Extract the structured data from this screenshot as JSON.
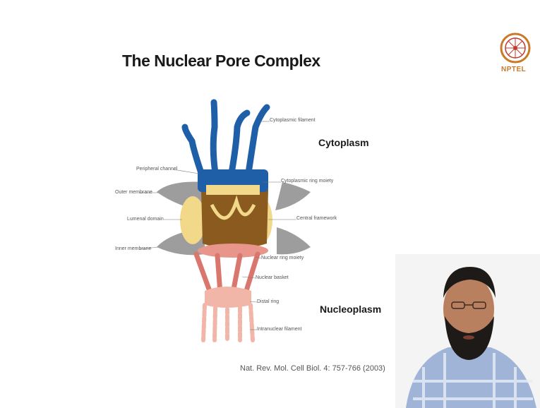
{
  "slide": {
    "title": "The Nuclear Pore Complex",
    "cytoplasm_label": "Cytoplasm",
    "nucleoplasm_label": "Nucleoplasm",
    "citation": "Nat. Rev. Mol. Cell Biol. 4: 757-766 (2003)"
  },
  "logo": {
    "text": "NPTEL"
  },
  "diagram": {
    "labels": {
      "cytoplasmic_filament": "Cytoplasmic filament",
      "peripheral_channel": "Peripheral channel",
      "cytoplasmic_ring_moiety": "Cytoplasmic ring moiety",
      "outer_membrane": "Outer membrane",
      "central_framework": "Central framework",
      "lumenal_domain": "Lumenal domain",
      "inner_membrane": "Inner membrane",
      "nuclear_ring_moiety": "Nuclear ring moiety",
      "nuclear_basket": "Nuclear basket",
      "distal_ring": "Distal ring",
      "intranuclear_filament": "Intranuclear filament"
    }
  },
  "colors": {
    "filament_blue": "#1f5fa8",
    "membrane_gray": "#8c8c8c",
    "framework_brown": "#8a5a1e",
    "yellow": "#f2d98a",
    "basket_pink": "#e8958c",
    "logo_orange": "#c87a2a"
  }
}
